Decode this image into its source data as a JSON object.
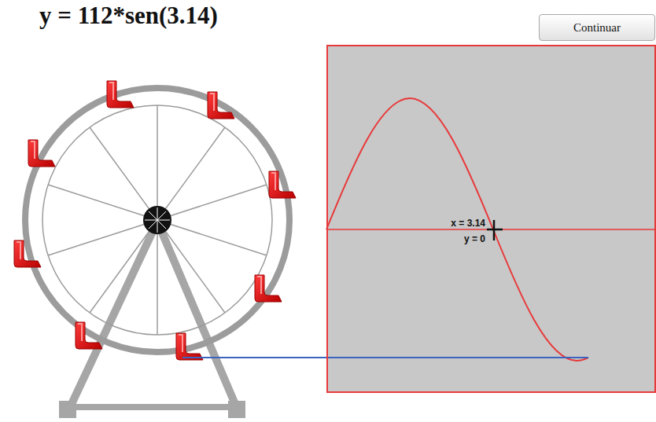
{
  "diagram": {
    "title": "y = 112*sen(3.14)",
    "nodes": [
      {
        "text": [
          "Continuar"
        ]
      },
      {
        "text": [
          "x = 3.14",
          "y = 0"
        ]
      }
    ]
  }
}
